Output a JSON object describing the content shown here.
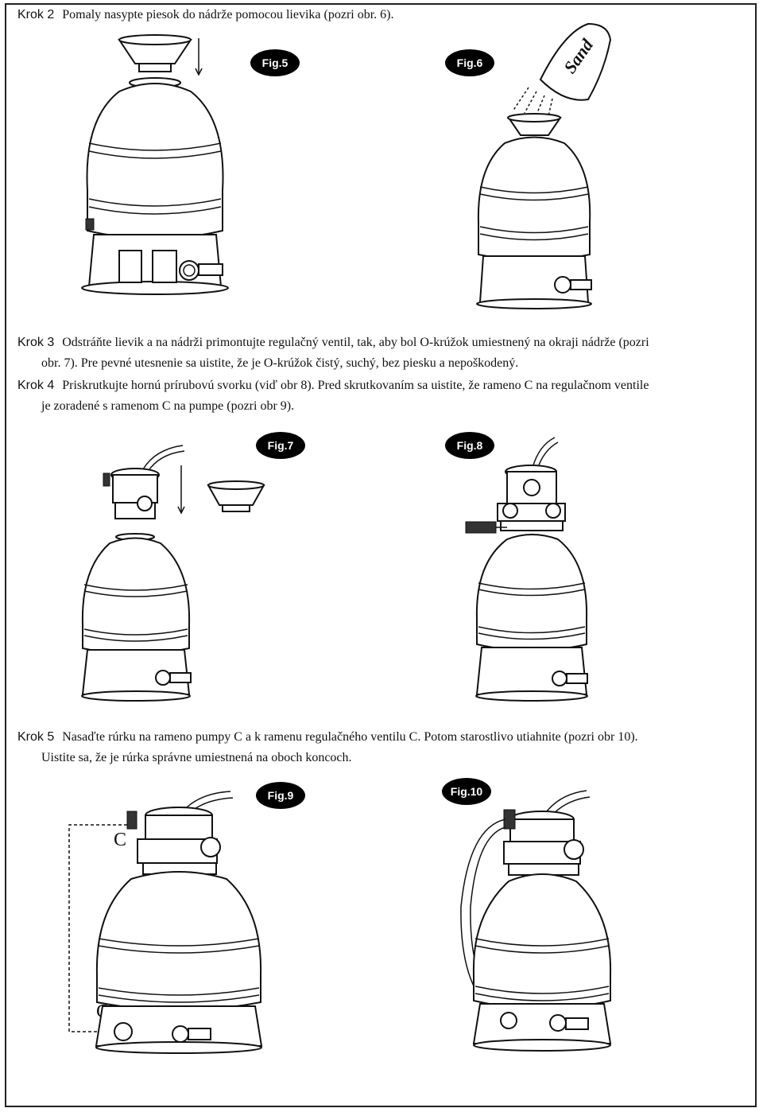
{
  "steps": {
    "s2": {
      "label": "Krok 2",
      "line1": "Pomaly nasypte piesok do nádrže pomocou lievika (pozri obr. 6)."
    },
    "s3": {
      "label": "Krok 3",
      "line1": "Odstráňte lievik a na nádrži primontujte regulačný ventil, tak, aby bol O-krúžok umiestnený na okraji nádrže (pozri",
      "line2": "obr. 7). Pre pevné utesnenie sa uistite, že je O-krúžok čistý, suchý, bez piesku a nepoškodený."
    },
    "s4": {
      "label": "Krok 4",
      "line1": "Priskrutkujte hornú prírubovú svorku (viď obr 8). Pred skrutkovaním sa uistite, že rameno C na regulačnom ventile",
      "line2": "je zoradené s ramenom C na pumpe (pozri obr 9)."
    },
    "s5": {
      "label": "Krok 5",
      "line1": "Nasaďte rúrku na rameno pumpy C a k ramenu regulačného ventilu C. Potom starostlivo utiahnite (pozri obr 10).",
      "line2": "Uistite sa, že je rúrka správne umiestnená na oboch koncoch."
    }
  },
  "figures": {
    "fig5": "Fig.5",
    "fig6": "Fig.6",
    "fig7": "Fig.7",
    "fig8": "Fig.8",
    "fig9": "Fig.9",
    "fig10": "Fig.10"
  },
  "labels": {
    "sand": "Sand",
    "c_top": "C",
    "c_bottom": "C"
  }
}
